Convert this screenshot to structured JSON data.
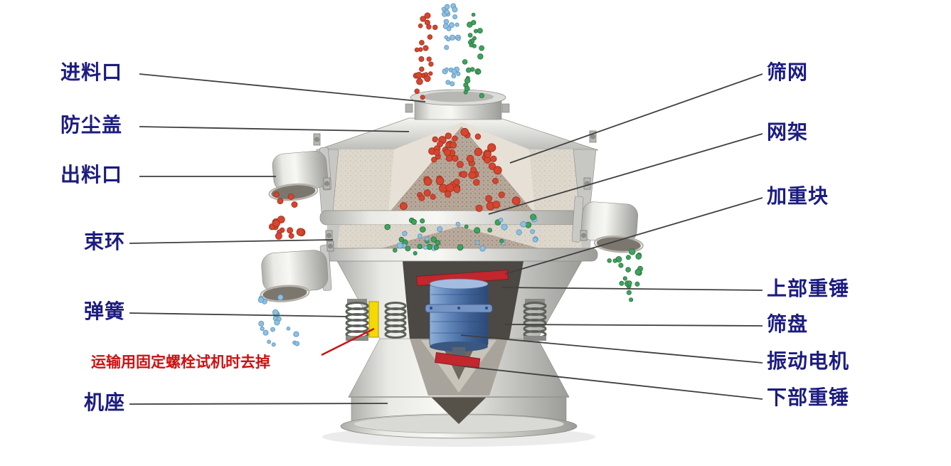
{
  "diagram": {
    "labels_left": [
      {
        "id": "feed-inlet",
        "text": "进料口"
      },
      {
        "id": "dust-cover",
        "text": "防尘盖"
      },
      {
        "id": "discharge-outlet",
        "text": "出料口"
      },
      {
        "id": "clamp-ring",
        "text": "束环"
      },
      {
        "id": "spring",
        "text": "弹簧"
      },
      {
        "id": "machine-base",
        "text": "机座"
      }
    ],
    "labels_right": [
      {
        "id": "screen-mesh",
        "text": "筛网"
      },
      {
        "id": "mesh-frame",
        "text": "网架"
      },
      {
        "id": "weight-block",
        "text": "加重块"
      },
      {
        "id": "upper-weight",
        "text": "上部重锤"
      },
      {
        "id": "sieve-tray",
        "text": "筛盘"
      },
      {
        "id": "vibration-motor",
        "text": "振动电机"
      },
      {
        "id": "lower-weight",
        "text": "下部重锤"
      }
    ],
    "note": {
      "text": "运输用固定螺栓试机时去掉"
    },
    "colors": {
      "label_text": "#1c1c80",
      "note_text": "#cc1111",
      "leader_line": "#3f3f3f",
      "particle_red": "#d6452f",
      "particle_green": "#3ea35b",
      "particle_blue": "#8cc0e2",
      "motor_blue": "#3c5e92",
      "hammer_red": "#c1272d",
      "bolt_yellow": "#f5d900"
    }
  }
}
